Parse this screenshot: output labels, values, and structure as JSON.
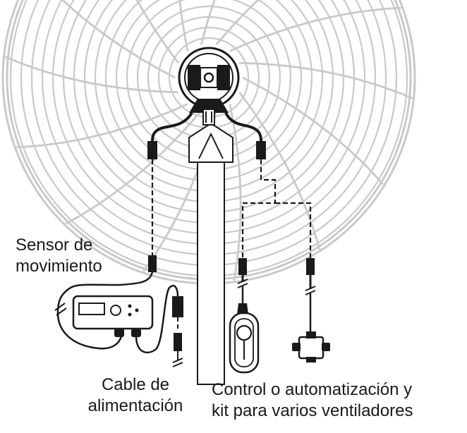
{
  "labels": {
    "sensor": [
      "Sensor de",
      "movimiento"
    ],
    "cable": [
      "Cable de",
      "alimentación"
    ],
    "control": [
      "Control o automatización y",
      "kit para varios ventiladores"
    ]
  },
  "colors": {
    "grille": "#c9c9c9",
    "ink": "#1a1a1a",
    "background": "#ffffff"
  },
  "icons": [
    "fan-grille-icon",
    "fan-motor-hub-icon",
    "motion-sensor-box-icon",
    "power-plug-icon",
    "remote-control-icon",
    "junction-box-icon"
  ]
}
